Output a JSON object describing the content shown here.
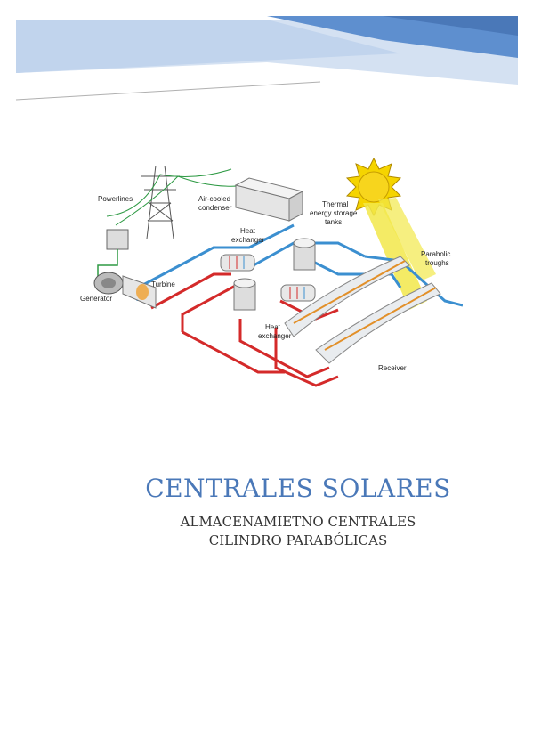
{
  "cover": {
    "title": "CENTRALES SOLARES",
    "subtitle_line1": "ALMACENAMIETNO CENTRALES",
    "subtitle_line2": "CILINDRO PARABÓLICAS"
  },
  "diagram": {
    "labels": {
      "powerlines": "Powerlines",
      "condenser_1": "Air-cooled",
      "condenser_2": "condenser",
      "thermal_1": "Thermal",
      "thermal_2": "energy storage",
      "thermal_3": "tanks",
      "hx1_1": "Heat",
      "hx1_2": "exchanger",
      "parabolic_1": "Parabolic",
      "parabolic_2": "troughs",
      "generator": "Generator",
      "turbine": "Turbine",
      "hx2_1": "Heat",
      "hx2_2": "exchanger",
      "receiver": "Receiver"
    },
    "colors": {
      "hot_pipe": "#d42a2a",
      "cold_pipe": "#3b8fd0",
      "power_line": "#2e9a44",
      "sun": "#f5d400",
      "sun_ray": "#f2e84a",
      "header_dark": "#4e7fc2",
      "header_light": "#b9cde9"
    }
  }
}
